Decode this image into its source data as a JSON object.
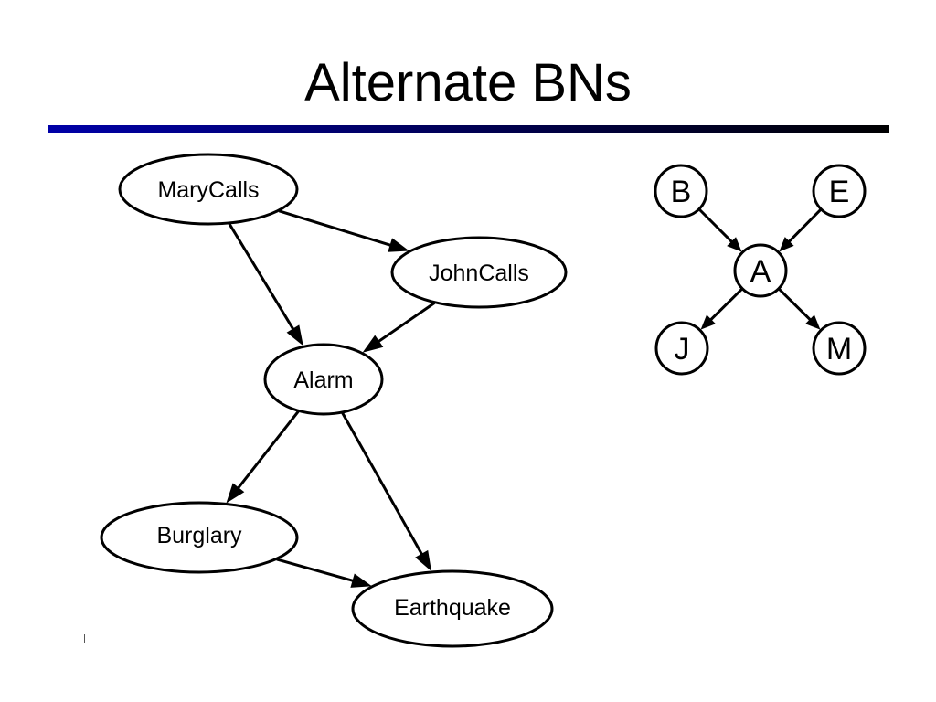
{
  "slide": {
    "title": "Alternate BNs"
  },
  "colors": {
    "title_rule_start": "#0000a8",
    "title_rule_end": "#000000"
  },
  "diagrams": {
    "large": {
      "nodes": {
        "marycalls": "MaryCalls",
        "johncalls": "JohnCalls",
        "alarm": "Alarm",
        "burglary": "Burglary",
        "earthquake": "Earthquake"
      },
      "edges": [
        [
          "marycalls",
          "johncalls"
        ],
        [
          "marycalls",
          "alarm"
        ],
        [
          "johncalls",
          "alarm"
        ],
        [
          "alarm",
          "burglary"
        ],
        [
          "alarm",
          "earthquake"
        ],
        [
          "burglary",
          "earthquake"
        ]
      ]
    },
    "small": {
      "nodes": {
        "b": "B",
        "e": "E",
        "a": "A",
        "j": "J",
        "m": "M"
      },
      "edges": [
        [
          "b",
          "a"
        ],
        [
          "e",
          "a"
        ],
        [
          "a",
          "j"
        ],
        [
          "a",
          "m"
        ]
      ]
    }
  }
}
